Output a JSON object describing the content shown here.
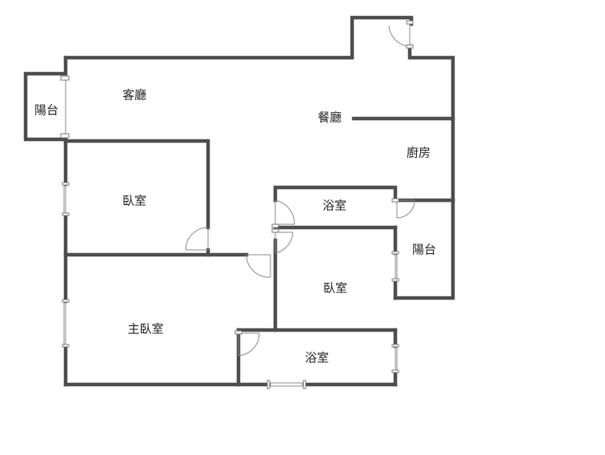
{
  "floor_plan": {
    "rooms": {
      "living_room": "客廳",
      "dining_room": "餐廳",
      "kitchen": "廚房",
      "balcony_left": "陽台",
      "balcony_right": "陽台",
      "bedroom_1": "臥室",
      "bedroom_2": "臥室",
      "master_bedroom": "主臥室",
      "bathroom_1": "浴室",
      "bathroom_2": "浴室"
    },
    "wall_color": "#4d4d4d",
    "background": "#ffffff"
  }
}
